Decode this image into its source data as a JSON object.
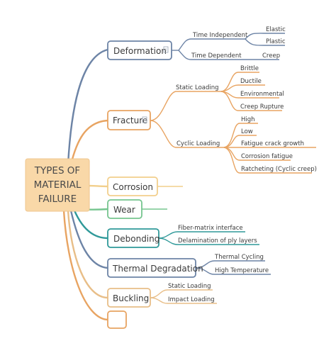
{
  "root": {
    "lines": [
      "TYPES OF",
      "MATERIAL",
      "FAILURE"
    ],
    "fill": "#f9d8a8"
  },
  "branches": [
    {
      "id": "deformation",
      "label": "Deformation",
      "color": "#6d84a6",
      "note_icon": "note-icon",
      "children": [
        {
          "label": "Time Independent",
          "children": [
            "Elastic",
            "Plastic"
          ]
        },
        {
          "label": "Time Dependent",
          "children": [
            "Creep"
          ]
        }
      ]
    },
    {
      "id": "fracture",
      "label": "Fracture",
      "color": "#e8a462",
      "note_icon": "note-icon",
      "children": [
        {
          "label": "Static Loading",
          "children": [
            "Brittle",
            "Ductile",
            "Environmental",
            "Creep Rupture"
          ]
        },
        {
          "label": "Cyclic Loading",
          "children": [
            "High",
            "Low",
            "Fatigue crack growth",
            "Corrosion fatigue",
            "Ratcheting (Cyclic creep)"
          ]
        }
      ]
    },
    {
      "id": "corrosion",
      "label": "Corrosion",
      "color": "#f2cf8c",
      "children": []
    },
    {
      "id": "wear",
      "label": "Wear",
      "color": "#76c58f",
      "children": []
    },
    {
      "id": "debonding",
      "label": "Debonding",
      "color": "#2f9999",
      "children": [
        {
          "label": "Fiber-matrix interface"
        },
        {
          "label": "Delamination of ply layers"
        }
      ]
    },
    {
      "id": "thermal-degradation",
      "label": "Thermal Degradation",
      "color": "#6d84a6",
      "children": [
        {
          "label": "Thermal Cycling"
        },
        {
          "label": "High Temperature"
        }
      ]
    },
    {
      "id": "buckling",
      "label": "Buckling",
      "color": "#e8be88",
      "children": [
        {
          "label": "Static Loading"
        },
        {
          "label": "Impact Loading"
        }
      ]
    },
    {
      "id": "empty",
      "label": "",
      "color": "#e8a462",
      "children": []
    }
  ]
}
